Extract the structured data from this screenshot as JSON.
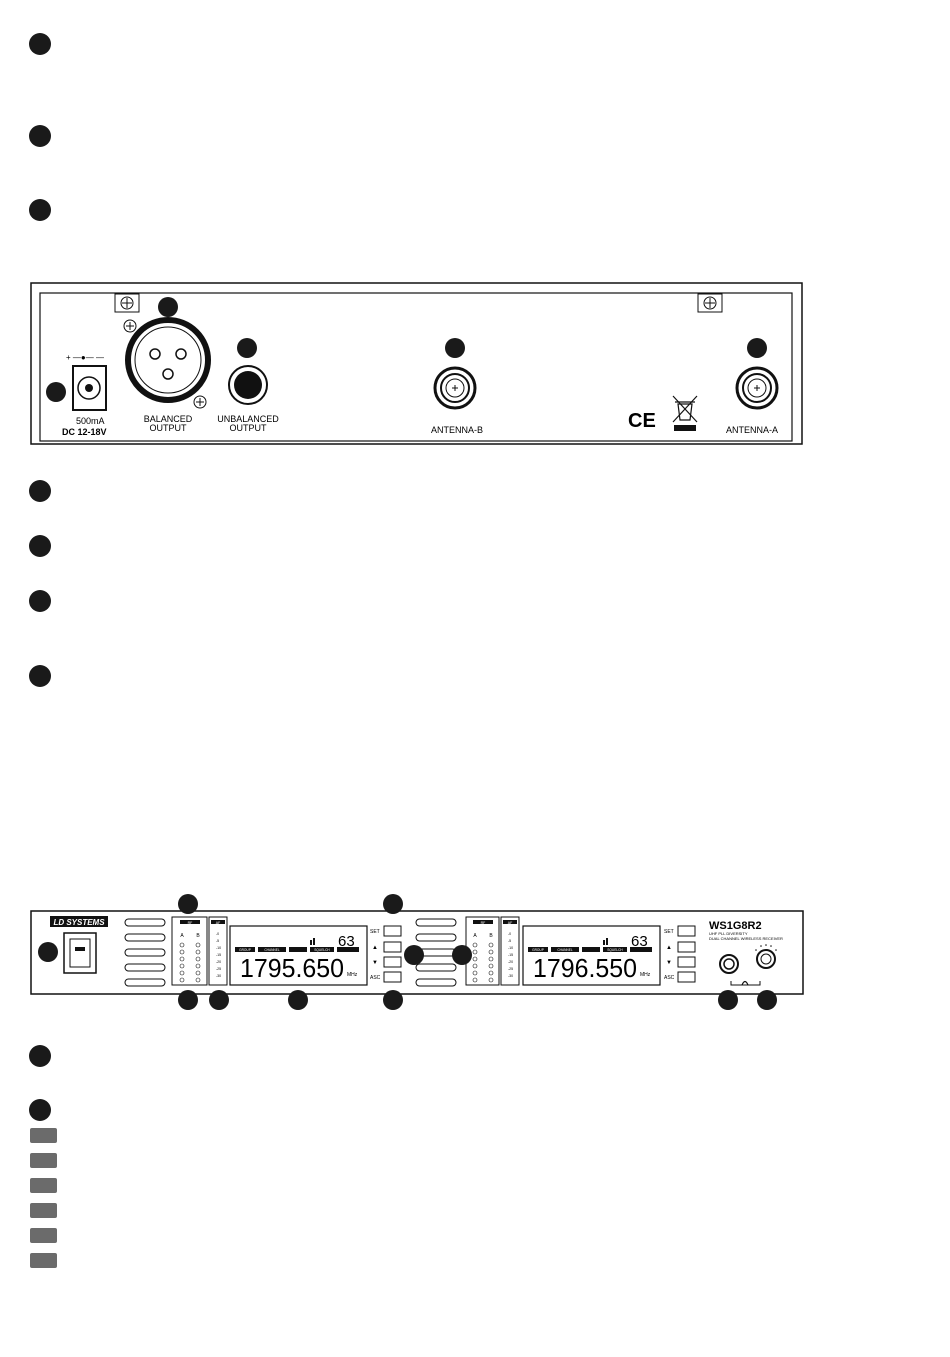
{
  "rear_panel": {
    "dc_polarity": "+ —●— —",
    "power_current": "500mA",
    "power_voltage": "DC 12-18V",
    "balanced_output": [
      "BALANCED",
      "OUTPUT"
    ],
    "unbalanced_output": [
      "UNBALANCED",
      "OUTPUT"
    ],
    "antenna_b": "ANTENNA-B",
    "antenna_a": "ANTENNA-A",
    "ce_mark": "CE"
  },
  "front_panel": {
    "brand": "LD SYSTEMS",
    "model": "WS1G8R2",
    "model_sub": [
      "UHF PLL DIVERSITY",
      "DUAL CHANNEL WIRELESS RECEIVER"
    ],
    "meter_rf": "RF",
    "meter_af": "AF",
    "ab_labels": [
      "A",
      "B"
    ],
    "af_scale": [
      "-0",
      "-5",
      "-10",
      "-15",
      "-20",
      "-25",
      "-30"
    ],
    "lcd_tags": [
      "GROUP",
      "CHANNEL",
      "",
      "SQUELCH",
      ""
    ],
    "button_labels": [
      "SET",
      "▲",
      "▼",
      "ASC"
    ],
    "channel_1": {
      "number": "63",
      "frequency": "1795.650",
      "unit": "MHz"
    },
    "channel_2": {
      "number": "63",
      "frequency": "1796.550",
      "unit": "MHz"
    }
  }
}
